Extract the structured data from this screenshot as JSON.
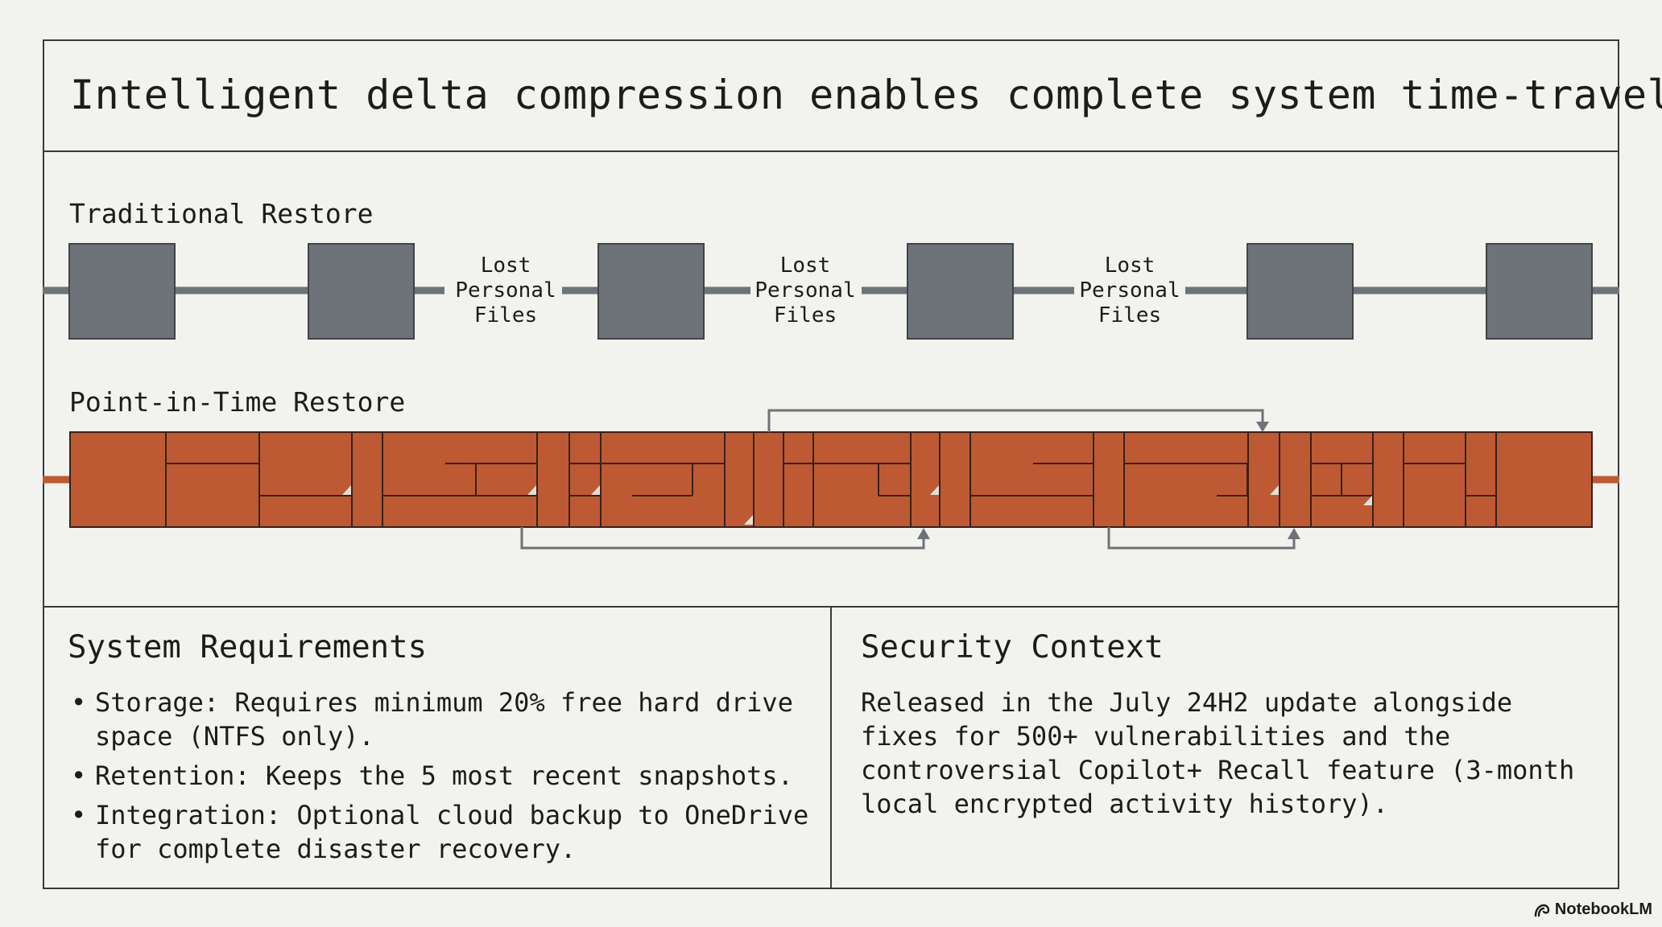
{
  "title": "Intelligent delta compression enables complete system time-travel",
  "traditional": {
    "label": "Traditional Restore",
    "gap_label": "Lost\nPersonal\nFiles",
    "gaps": [
      "Lost\nPersonal\nFiles",
      "Lost\nPersonal\nFiles",
      "Lost\nPersonal\nFiles"
    ]
  },
  "point_in_time": {
    "label": "Point-in-Time Restore"
  },
  "requirements": {
    "title": "System Requirements",
    "items": [
      "Storage: Requires minimum 20% free hard drive space (NTFS only).",
      "Retention: Keeps the 5 most recent snapshots.",
      "Integration: Optional cloud backup to OneDrive for complete disaster recovery."
    ]
  },
  "security": {
    "title": "Security Context",
    "text": "Released in the July 24H2 update alongside fixes for 500+ vulnerabilities and the controversial Copilot+ Recall feature (3-month local encrypted activity history)."
  },
  "brand": "NotebookLM",
  "colors": {
    "snapshot_gray": "#6d7379",
    "timeline_gray": "#6d7379",
    "delta_orange": "#bd5a33",
    "delta_line": "#3a2018",
    "border": "#3a3a3a",
    "background": "#f2f2ee"
  },
  "icons": {
    "brand": "notebooklm-logo-icon",
    "arrow": "arrowhead-icon"
  }
}
